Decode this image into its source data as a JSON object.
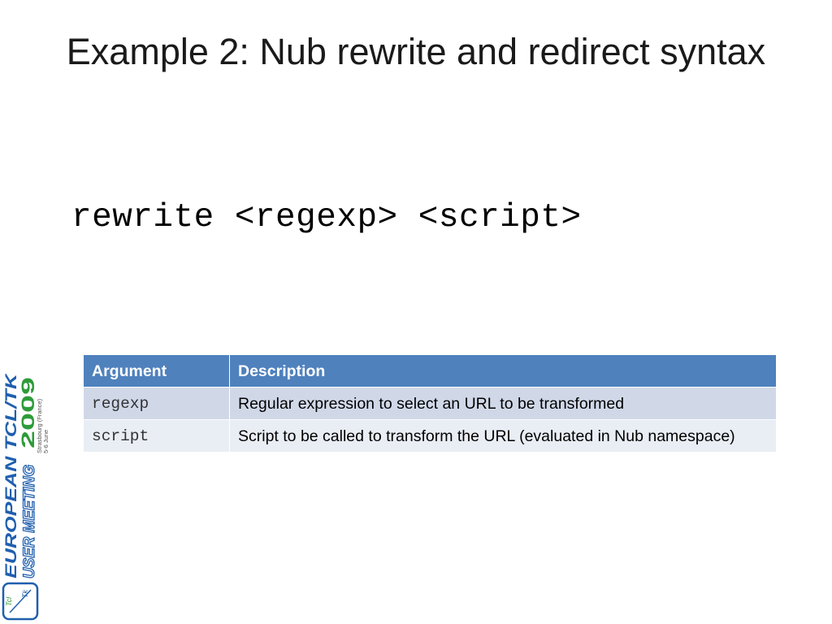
{
  "slide": {
    "title": "Example 2: Nub rewrite and redirect syntax",
    "syntax": "rewrite <regexp> <script>"
  },
  "table": {
    "headers": [
      "Argument",
      "Description"
    ],
    "rows": [
      {
        "argument": "regexp",
        "description": "Regular expression to select an URL to be transformed"
      },
      {
        "argument": "script",
        "description": "Script to be called to transform the URL (evaluated in Nub namespace)"
      }
    ]
  },
  "logo": {
    "line1": "EUROPEAN TCL/TK",
    "line2": "USER MEETING",
    "year": "2009",
    "location": "Strasbourg (France)",
    "dates": "5-6 June",
    "badge_top": "Tcl",
    "badge_bottom": "Tk"
  },
  "colors": {
    "header_bg": "#4f81bd",
    "row_odd_bg": "#d0d8e8",
    "row_even_bg": "#e9edf4",
    "logo_blue": "#1f5fae",
    "logo_green": "#2e9b3a"
  }
}
